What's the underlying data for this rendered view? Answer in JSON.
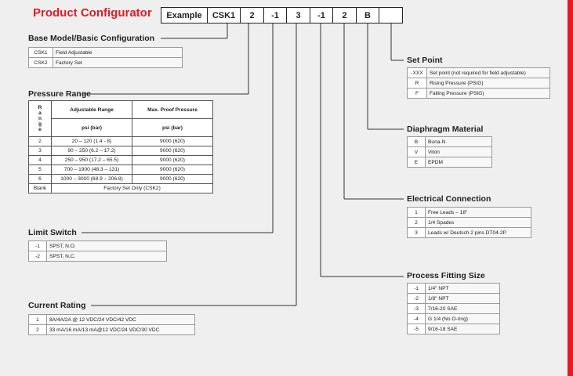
{
  "title": "Product Configurator",
  "example": [
    "Example",
    "CSK1",
    "2",
    "-1",
    "3",
    "-1",
    "2",
    "B",
    ""
  ],
  "base_model": {
    "title": "Base Model/Basic Configuration",
    "rows": [
      [
        "CSK1",
        "Field Adjustable"
      ],
      [
        "CSK2",
        "Factory Set"
      ]
    ]
  },
  "pressure": {
    "title": "Pressure Range",
    "head_code": "Range",
    "head_range": "Adjustable Range",
    "head_unit": "psi (bar)",
    "head_max": "Max. Proof Pressure",
    "head_max_unit": "psi (bar)",
    "rows": [
      [
        "2",
        "20 – 120 (1.4 - 8)",
        "9000 (620)"
      ],
      [
        "3",
        "90 – 250 (6.2 – 17.2)",
        "9000 (620)"
      ],
      [
        "4",
        "250 – 950 (17.2 – 65.5)",
        "9000 (620)"
      ],
      [
        "5",
        "700 – 1900 (48.3 – 131)",
        "9000 (620)"
      ],
      [
        "6",
        "1000 – 3000 (68.9 – 206.8)",
        "9000 (620)"
      ]
    ],
    "blank_code": "Blank",
    "blank_text": "Factory Set Only (CSK2)"
  },
  "limit_switch": {
    "title": "Limit Switch",
    "rows": [
      [
        "-1",
        "SPST, N.O."
      ],
      [
        "-2",
        "SPST, N.C."
      ]
    ]
  },
  "current_rating": {
    "title": "Current Rating",
    "rows": [
      [
        "1",
        "8A/4A/2A @ 12 VDC/24 VDC/42 VDC"
      ],
      [
        "2",
        "33 mA/16 mA/13 mA@12 VDC/24 VDC/30 VDC"
      ]
    ]
  },
  "set_point": {
    "title": "Set Point",
    "rows": [
      [
        "-XXX",
        "Set point (not required for field adjustable)"
      ],
      [
        "R",
        "Rising Pressure (PSIG)"
      ],
      [
        "F",
        "Falling Pressure (PSIG)"
      ]
    ]
  },
  "diaphragm": {
    "title": "Diaphragm Material",
    "rows": [
      [
        "B",
        "Buna-N"
      ],
      [
        "V",
        "Viton"
      ],
      [
        "E",
        "EPDM"
      ]
    ]
  },
  "electrical": {
    "title": "Electrical Connection",
    "rows": [
      [
        "1",
        "Free Leads – 18\""
      ],
      [
        "2",
        "1/4 Spades"
      ],
      [
        "3",
        "Leads w/ Deutsch 2 pins DT04-2P"
      ]
    ]
  },
  "fitting": {
    "title": "Process Fitting Size",
    "rows": [
      [
        "-1",
        "1/4\" NPT"
      ],
      [
        "-2",
        "1/8\" NPT"
      ],
      [
        "-3",
        "7/16-20 SAE"
      ],
      [
        "-4",
        "G 1/4 (No O-ring)"
      ],
      [
        "-5",
        "9/16-18 SAE"
      ]
    ]
  }
}
